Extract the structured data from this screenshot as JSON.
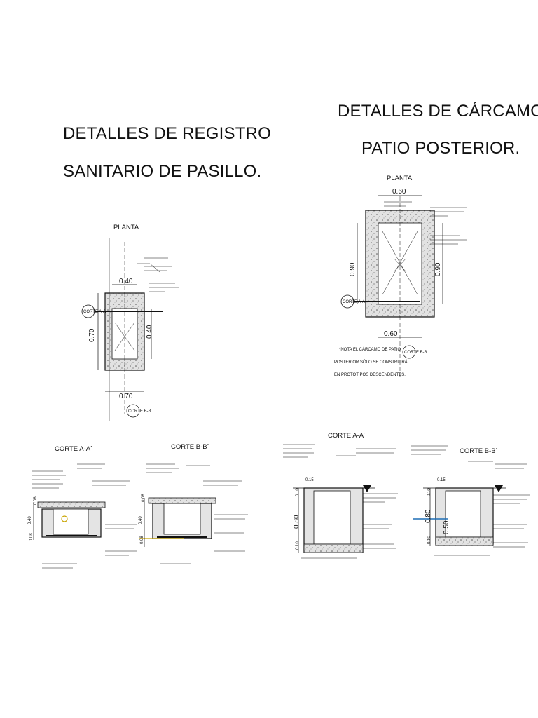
{
  "left": {
    "title_line1": "DETALLES DE REGISTRO",
    "title_line2": "SANITARIO DE PASILLO.",
    "planta_label": "PLANTA",
    "dim_top": "0.40",
    "dim_right": "0.40",
    "dim_left": "0.70",
    "dim_bottom": "0.70",
    "corte_a_label": "CORTE A-A´",
    "corte_b_label": "CORTE B-B´",
    "dim_a_top": "0.08",
    "dim_a_mid": "0.40",
    "dim_a_bot": "0.08",
    "dim_b_top": "0.08",
    "dim_b_mid": "0.40",
    "dim_b_bot": "0.08",
    "tag_left": "CORTE A-A",
    "tag_bottom": "CORTE B-B"
  },
  "right": {
    "title_line1": "DETALLES DE CÁRCAMO DE",
    "title_line2": "PATIO POSTERIOR.",
    "planta_label": "PLANTA",
    "dim_top": "0.60",
    "dim_inner": "0.60",
    "dim_left": "0.90",
    "dim_right": "0.90",
    "note_line1": "*NOTA EL CÁRCAMO DE PATIO",
    "note_line2": "POSTERIOR SÓLO SE CONSTRUIRÁ",
    "note_line3": "EN PROTOTIPOS DESCENDENTES.",
    "corte_a_label": "CORTE A-A´",
    "corte_b_label": "CORTE B-B´",
    "dim_a_top": "0.15",
    "dim_a_side": "0.10",
    "dim_a_mid": "0.80",
    "dim_a_bot": "0.10",
    "dim_b_top": "0.15",
    "dim_b_side": "0.10",
    "dim_b_mid": "0.80",
    "dim_b_low": "0.50",
    "dim_b_bot": "0.10",
    "tag_left": "CORTE A-A",
    "tag_bottom": "CORTE B-B"
  }
}
